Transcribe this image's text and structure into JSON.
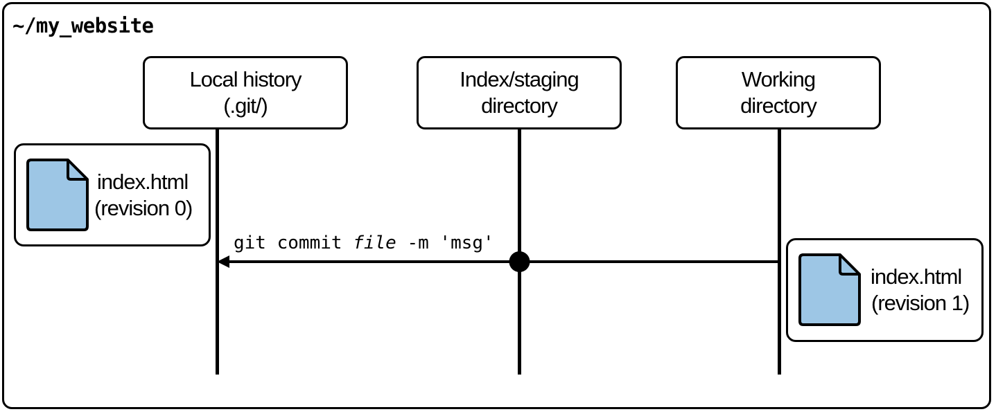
{
  "title": "~/my_website",
  "lanes": [
    {
      "line1": "Local history",
      "line2": "(.git/)"
    },
    {
      "line1": "Index/staging",
      "line2": "directory"
    },
    {
      "line1": "Working",
      "line2": "directory"
    }
  ],
  "files": {
    "revision0": {
      "name": "index.html",
      "revision": "(revision 0)"
    },
    "revision1": {
      "name": "index.html",
      "revision": "(revision 1)"
    }
  },
  "command": {
    "prefix": "git commit ",
    "file": "file",
    "suffix": " -m 'msg'"
  },
  "colors": {
    "file_fill": "#9dc6e5",
    "stroke": "#000000"
  }
}
